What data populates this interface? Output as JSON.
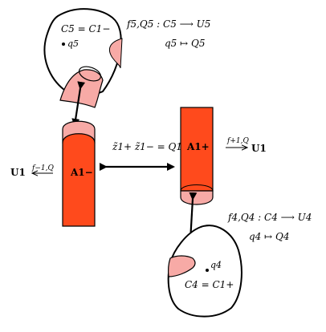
{
  "colors": {
    "cylinder": "#ff4a1c",
    "cylinder_band": "#f7aaa6",
    "patch": "#f7aaa6",
    "outline": "#000000",
    "background": "#ffffff"
  },
  "top_blob": {
    "set_label": "C5 = C1−",
    "point_label": "q5"
  },
  "bottom_blob": {
    "set_label": "C4 = C1+",
    "point_label": "q4"
  },
  "map5": {
    "signature": "f5,Q5 : C5 ⟶ U5",
    "assignment": "q5 ↦ Q5"
  },
  "map4": {
    "signature": "f4,Q4 : C4 ⟶ U4",
    "assignment": "q4 ↦ Q4"
  },
  "left_cylinder": {
    "label": "A1−"
  },
  "right_cylinder": {
    "label": "A1+"
  },
  "middle_relation": "z̃1+ z̃1− = Q1",
  "left_map": {
    "target": "U1",
    "arrow_label": "f−1,Q"
  },
  "right_map": {
    "target": "U1",
    "arrow_label": "f+1,Q"
  }
}
